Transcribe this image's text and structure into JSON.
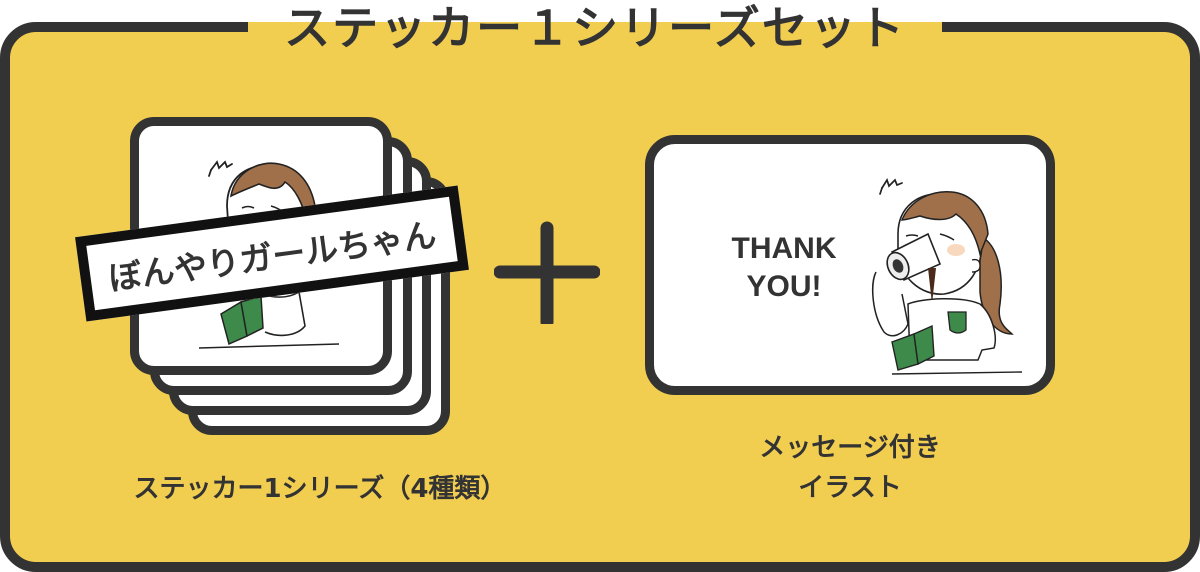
{
  "title": "ステッカー１シリーズセット",
  "colors": {
    "background": "#F2CE50",
    "border": "#333333",
    "card": "#FFFFFF",
    "hair": "#A0704A",
    "book": "#3E8A4A",
    "blush": "#F8D9C0"
  },
  "left_item": {
    "band_label": "ぼんやりガールちゃん",
    "caption": "ステッカー1シリーズ（4種類）",
    "card_count": 4
  },
  "plus_icon": "plus-icon",
  "right_item": {
    "card_text_line1": "THANK",
    "card_text_line2": "YOU!",
    "caption_line1": "メッセージ付き",
    "caption_line2": "イラスト"
  }
}
